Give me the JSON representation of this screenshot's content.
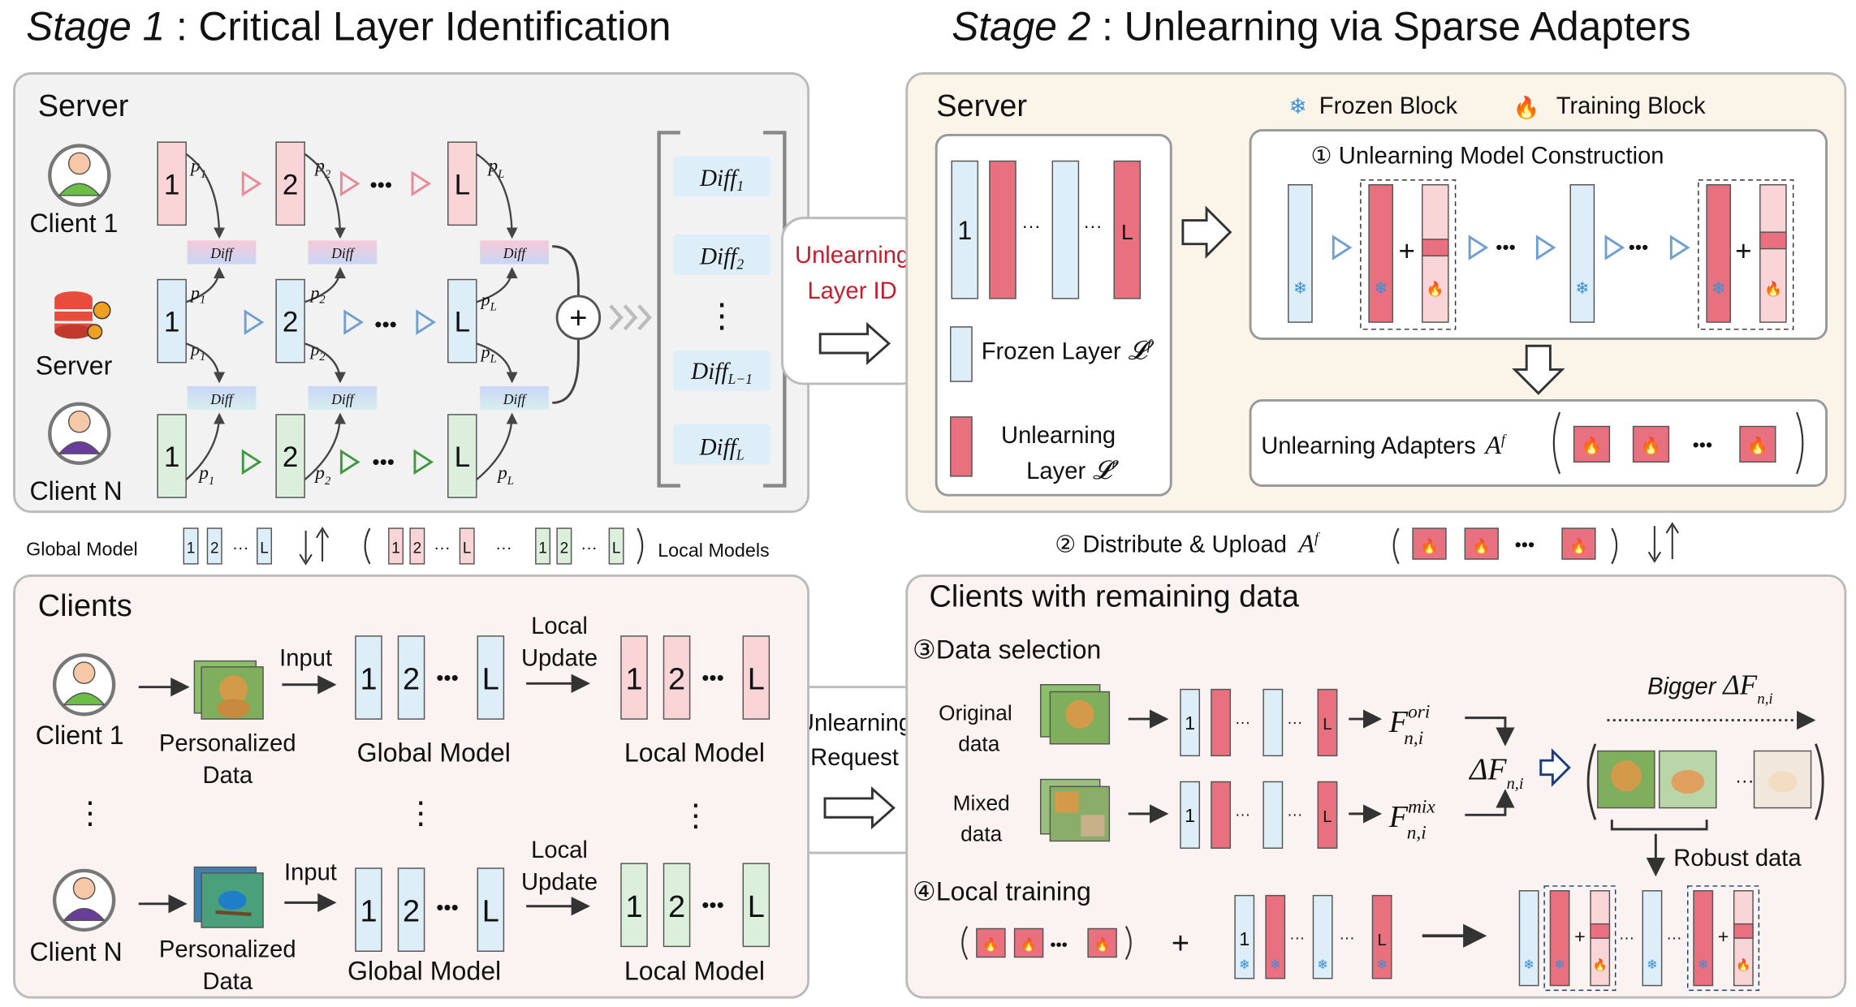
{
  "stage1": {
    "title_italic": "Stage 1",
    "title_rest": " : Critical Layer Identification",
    "server_label": "Server",
    "client1_label": "Client 1",
    "server_icon_label": "Server",
    "clientN_label": "Client N",
    "layer_1": "1",
    "layer_2": "2",
    "layer_L": "L",
    "dots": "•••",
    "p1": "p",
    "diff_small": "Diff",
    "diff_list": [
      "Diff",
      "Diff",
      "Diff",
      "Diff"
    ],
    "diff_subs": [
      "1",
      "2",
      "L−1",
      "L"
    ],
    "vdots": "⋮",
    "plus": "+"
  },
  "middle": {
    "unlearning_layer_id": [
      "Unlearning",
      "Layer ID"
    ],
    "unlearning_request": [
      "Unlearning",
      "Request"
    ],
    "global_model": "Global Model",
    "local_models": "Local Models",
    "ellipsis": "···"
  },
  "clients": {
    "title": "Clients",
    "client1": "Client 1",
    "clientN": "Client N",
    "personalized_data": [
      "Personalized",
      "Data"
    ],
    "input": "Input",
    "local_update": [
      "Local",
      "Update"
    ],
    "global_model": "Global Model",
    "local_model": "Local Model"
  },
  "stage2": {
    "title_italic": "Stage 2",
    "title_rest": " : Unlearning via Sparse Adapters",
    "server_label": "Server",
    "frozen_block": "Frozen Block",
    "training_block": "Training Block",
    "step1": "① Unlearning Model Construction",
    "frozen_layer": "Frozen Layer",
    "unlearning_layer": [
      "Unlearning",
      "Layer"
    ],
    "unlearning_adapters": "Unlearning Adapters",
    "step2": "② Distribute & Upload",
    "clients_title": "Clients with remaining data",
    "step3": "③Data selection",
    "original_data": [
      "Original",
      "data"
    ],
    "mixed_data": [
      "Mixed",
      "data"
    ],
    "bigger": "Bigger",
    "robust_data": "Robust data",
    "step4": "④Local training",
    "f_ori": "ori",
    "f_mix": "mix",
    "f_sub": "n,i"
  },
  "colors": {
    "pink": "#f9d5d7",
    "blue": "#ddeef8",
    "green": "#dcefdc",
    "red": "#e8707f",
    "panel_beige": "#fbf4e8",
    "panel_pink": "#fbf3f2",
    "accent_red": "#c0202e"
  }
}
